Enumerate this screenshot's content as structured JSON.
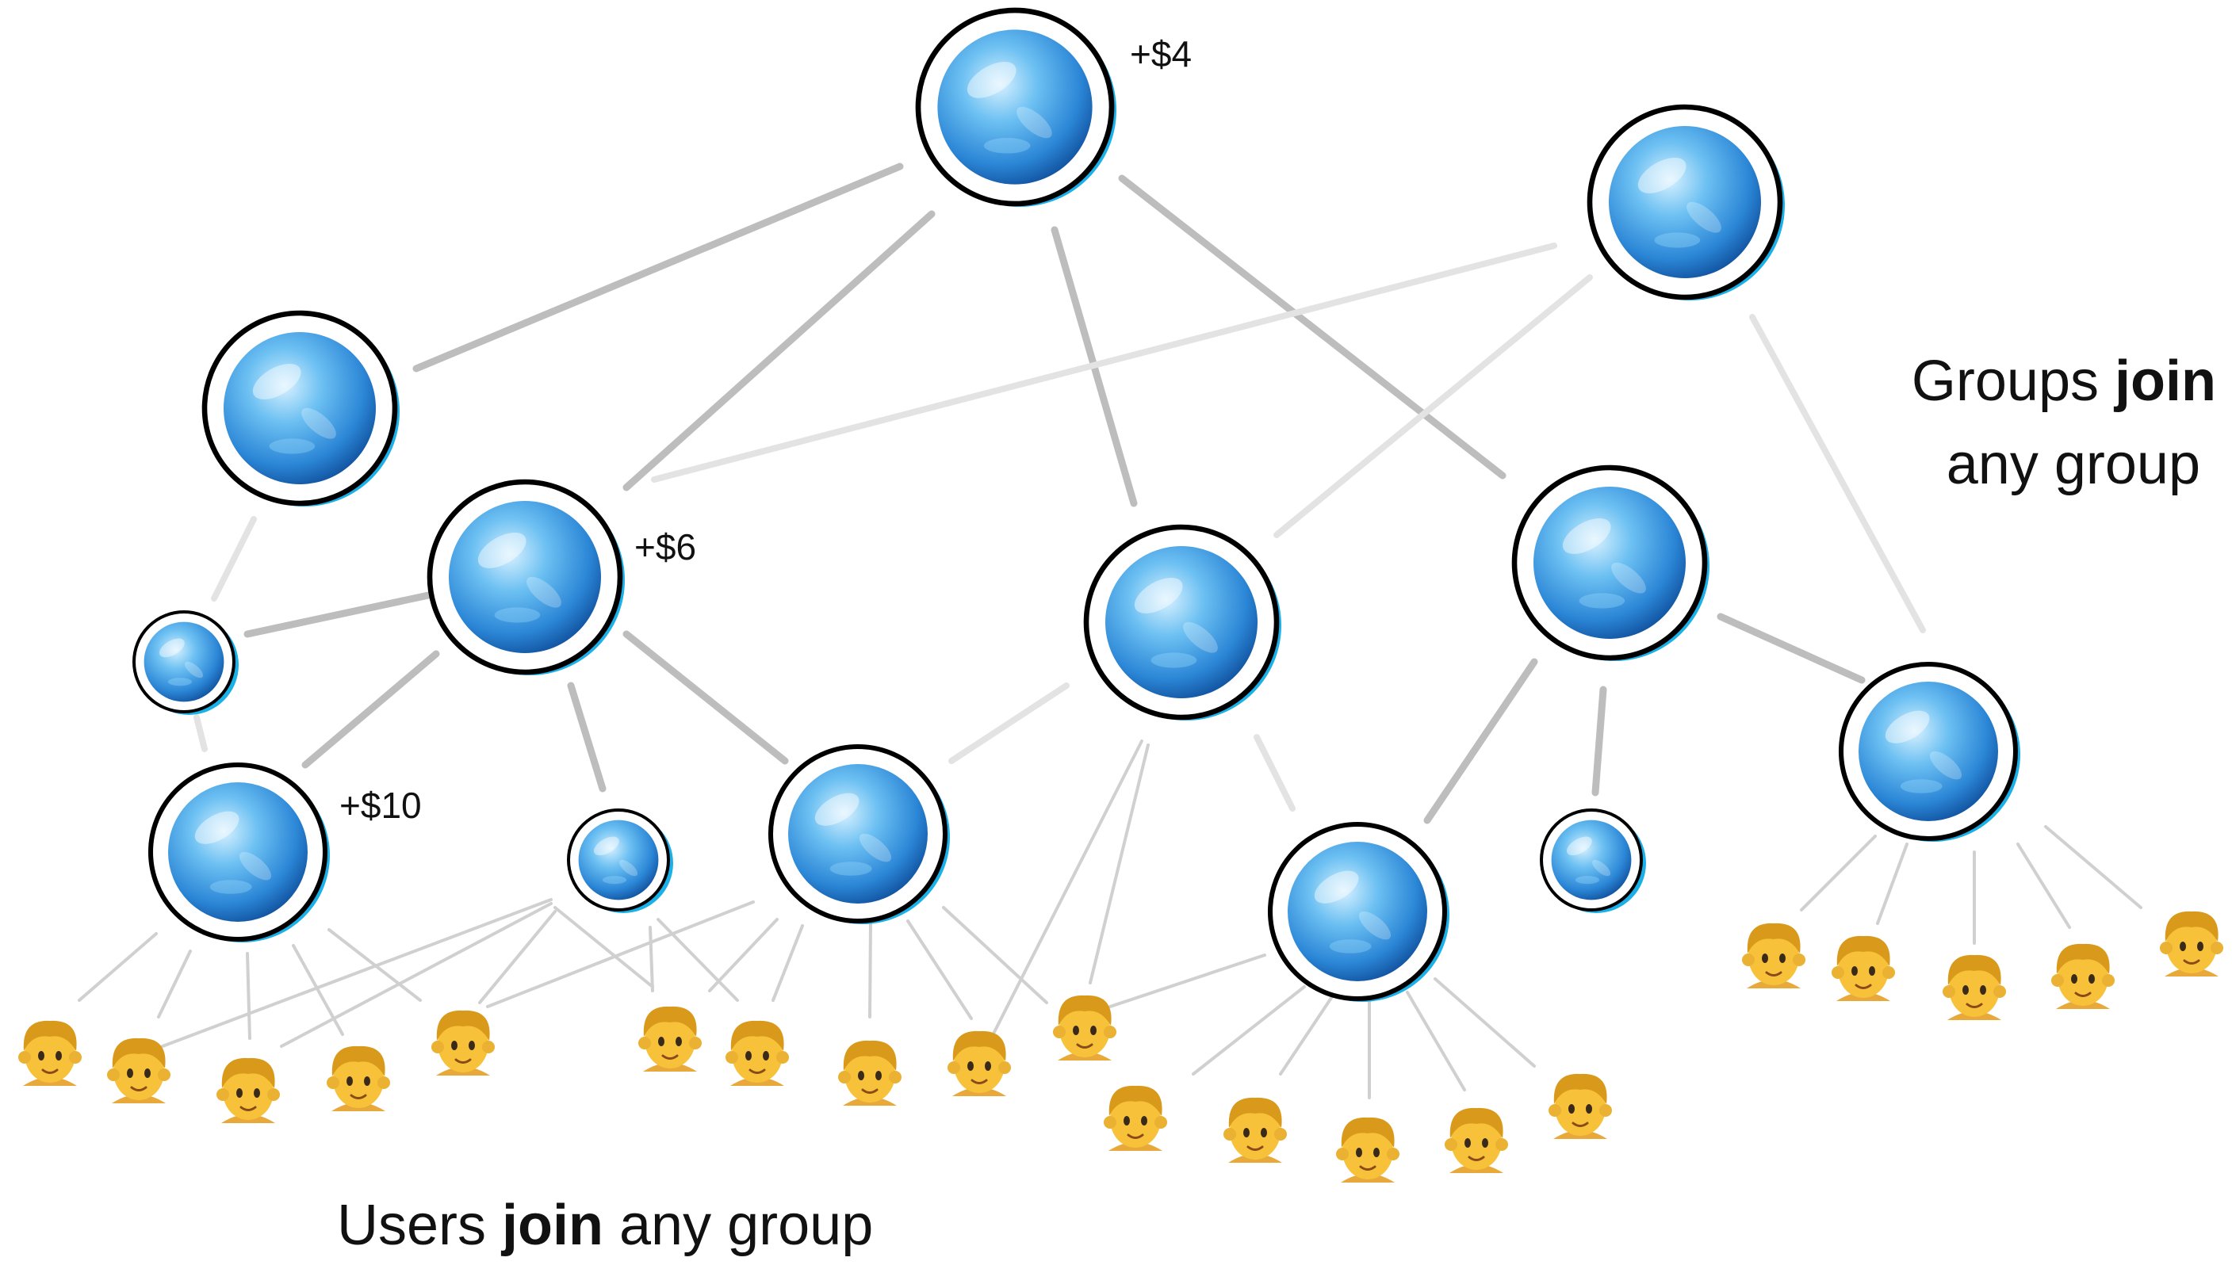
{
  "labels": {
    "top_amount": "+$4",
    "mid_amount": "+$6",
    "left_amount": "+$10"
  },
  "captions": {
    "groups_prefix": "Groups ",
    "groups_bold": "join",
    "groups_line2": "any group",
    "users_prefix": "Users ",
    "users_bold": "join",
    "users_suffix": " any group"
  },
  "colors": {
    "orb_light": "#bfe6ff",
    "orb_mid": "#4aa8ea",
    "orb_dark": "#1565b8",
    "ring": "#000000",
    "ring_accent": "#1ab0e8",
    "edge_dark": "#bdbdbd",
    "edge_light": "#e3e3e3",
    "user_skin": "#f7c23a",
    "user_hair": "#d99a1c"
  },
  "icons": {
    "group": "blue-orb-icon",
    "user": "person-emoji-icon"
  }
}
